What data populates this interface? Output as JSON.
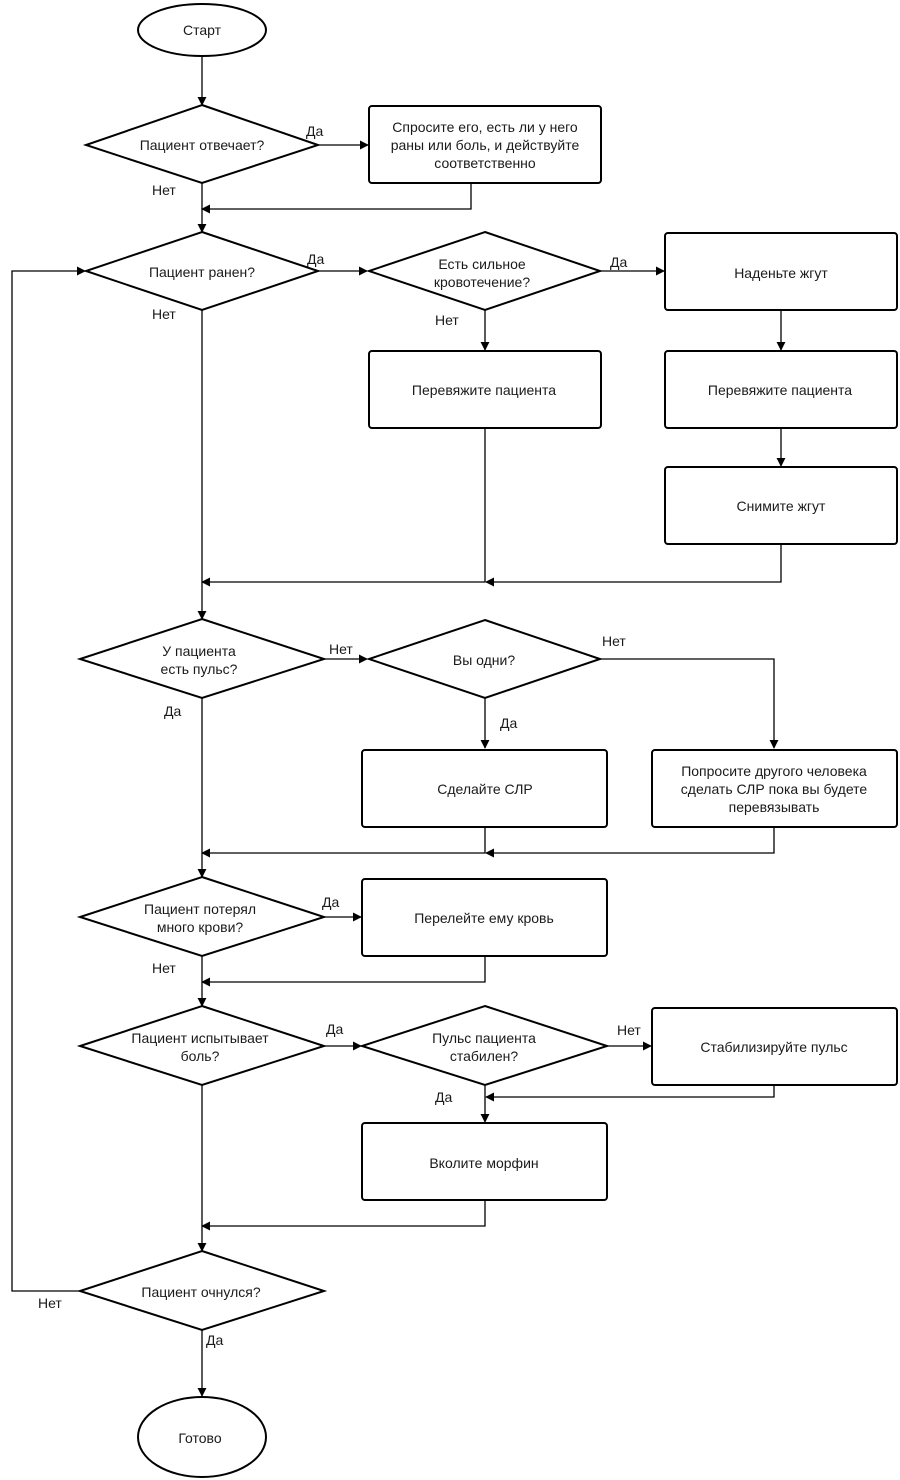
{
  "nodes": {
    "start": {
      "lines": [
        "Старт"
      ]
    },
    "q_responds": {
      "lines": [
        "Пациент отвечает?"
      ]
    },
    "ask_wounds": {
      "lines": [
        "Спросите его, есть ли у него",
        "раны или боль, и действуйте",
        "соответственно"
      ]
    },
    "q_injured": {
      "lines": [
        "Пациент ранен?"
      ]
    },
    "q_bleeding": {
      "lines": [
        "Есть сильное",
        "кровотечение?"
      ]
    },
    "tourniquet_on": {
      "lines": [
        "Наденьте жгут"
      ]
    },
    "bandage_a": {
      "lines": [
        "Перевяжите пациента"
      ]
    },
    "bandage_b": {
      "lines": [
        "Перевяжите пациента"
      ]
    },
    "tourniquet_off": {
      "lines": [
        "Снимите жгут"
      ]
    },
    "q_pulse": {
      "lines": [
        "У пациента",
        "есть пульс?"
      ]
    },
    "q_alone": {
      "lines": [
        "Вы одни?"
      ]
    },
    "do_cpr": {
      "lines": [
        "Сделайте СЛР"
      ]
    },
    "ask_other": {
      "lines": [
        "Попросите другого человека",
        "сделать СЛР пока вы будете",
        "перевязывать"
      ]
    },
    "q_blood_loss": {
      "lines": [
        "Пациент потерял",
        "много крови?"
      ]
    },
    "transfuse": {
      "lines": [
        "Перелейте ему кровь"
      ]
    },
    "q_pain": {
      "lines": [
        "Пациент испытывает",
        "боль?"
      ]
    },
    "q_stable": {
      "lines": [
        "Пульс пациента",
        "стабилен?"
      ]
    },
    "stabilize": {
      "lines": [
        "Стабилизируйте пульс"
      ]
    },
    "morphine": {
      "lines": [
        "Вколите морфин"
      ]
    },
    "q_awake": {
      "lines": [
        "Пациент очнулся?"
      ]
    },
    "done": {
      "lines": [
        "Готово"
      ]
    }
  },
  "edge_labels": {
    "responds_yes": "Да",
    "responds_no": "Нет",
    "injured_yes": "Да",
    "injured_no": "Нет",
    "bleeding_yes": "Да",
    "bleeding_no": "Нет",
    "pulse_no": "Нет",
    "pulse_yes": "Да",
    "alone_no": "Нет",
    "alone_yes": "Да",
    "blood_yes": "Да",
    "blood_no": "Нет",
    "pain_yes": "Да",
    "stable_no": "Нет",
    "stable_yes": "Да",
    "awake_no": "Нет",
    "awake_yes": "Да"
  }
}
